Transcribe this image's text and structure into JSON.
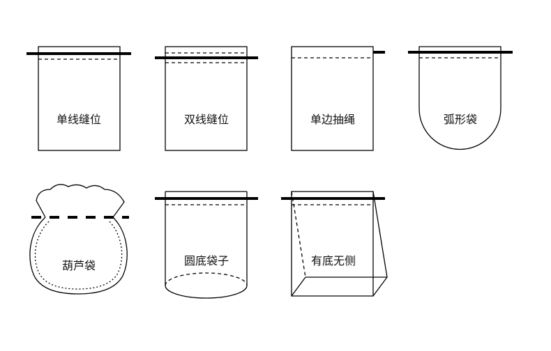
{
  "diagram": {
    "stroke_color": "#000000",
    "background": "#ffffff",
    "bags": [
      {
        "id": "single-seam",
        "label": "单线缝位"
      },
      {
        "id": "double-seam",
        "label": "双线缝位"
      },
      {
        "id": "single-side-drawstring",
        "label": "单边抽绳"
      },
      {
        "id": "arc-bag",
        "label": "弧形袋"
      },
      {
        "id": "gourd-bag",
        "label": "葫芦袋"
      },
      {
        "id": "round-bottom-bag",
        "label": "圆底袋子"
      },
      {
        "id": "bottom-no-side",
        "label": "有底无侧"
      }
    ]
  }
}
